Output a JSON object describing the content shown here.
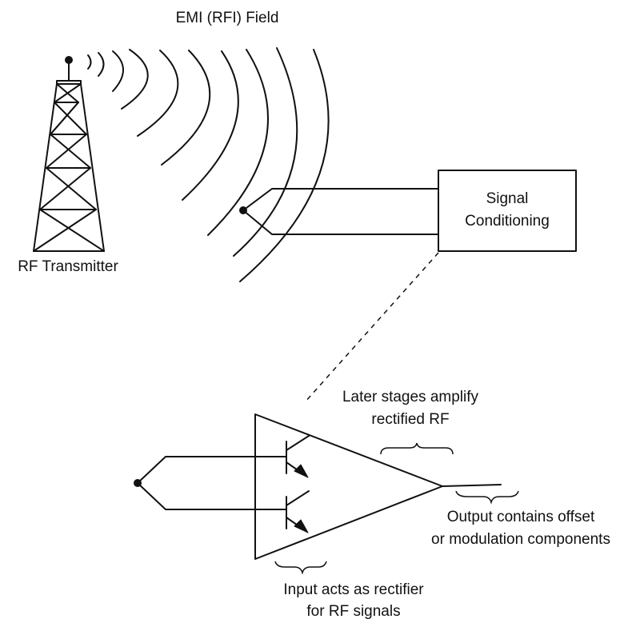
{
  "labels": {
    "emi_field": "EMI (RFI) Field",
    "rf_transmitter": "RF Transmitter",
    "signal_conditioning_line1": "Signal",
    "signal_conditioning_line2": "Conditioning",
    "later_stages_line1": "Later stages amplify",
    "later_stages_line2": "rectified RF",
    "output_line1": "Output contains offset",
    "output_line2": "or modulation components",
    "input_line1": "Input acts as rectifier",
    "input_line2": "for RF signals"
  },
  "colors": {
    "ink": "#111111",
    "background": "#ffffff"
  }
}
